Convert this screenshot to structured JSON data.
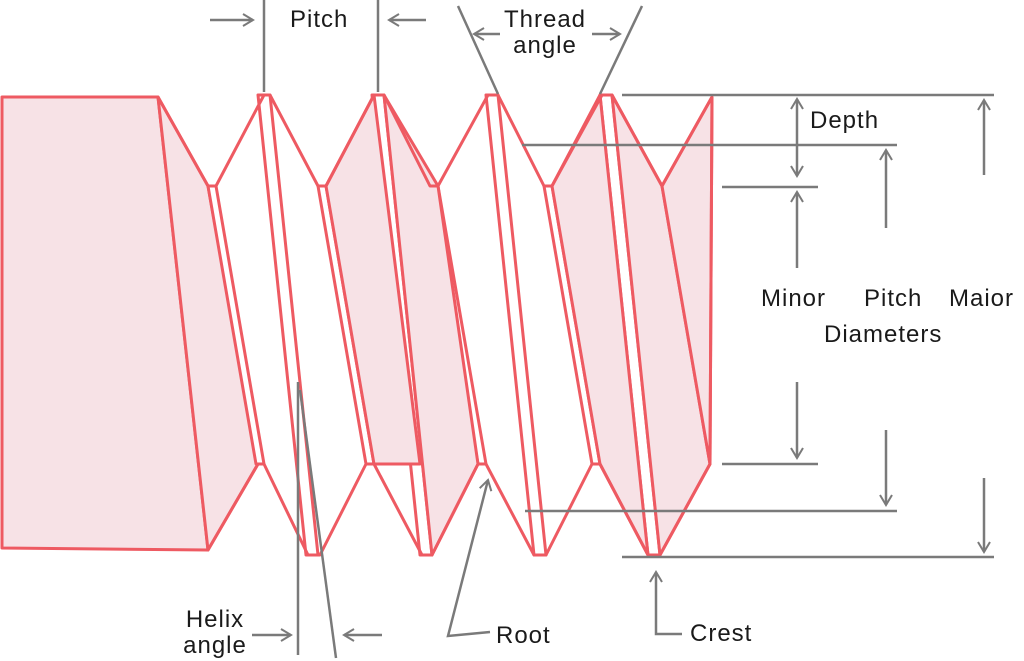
{
  "colors": {
    "thread_stroke": "#ee5a62",
    "thread_fill": "#f7e2e6",
    "dimension_line": "#7a7a7a",
    "text": "#1a1a1a"
  },
  "labels": {
    "pitch": "Pitch",
    "thread_angle_line1": "Thread",
    "thread_angle_line2": "angle",
    "depth": "Depth",
    "minor": "Minor",
    "pitch_diameter": "Pitch",
    "major": "Maior",
    "diameters": "Diameters",
    "helix_angle_line1": "Helix",
    "helix_angle_line2": "angle",
    "root": "Root",
    "crest": "Crest"
  }
}
